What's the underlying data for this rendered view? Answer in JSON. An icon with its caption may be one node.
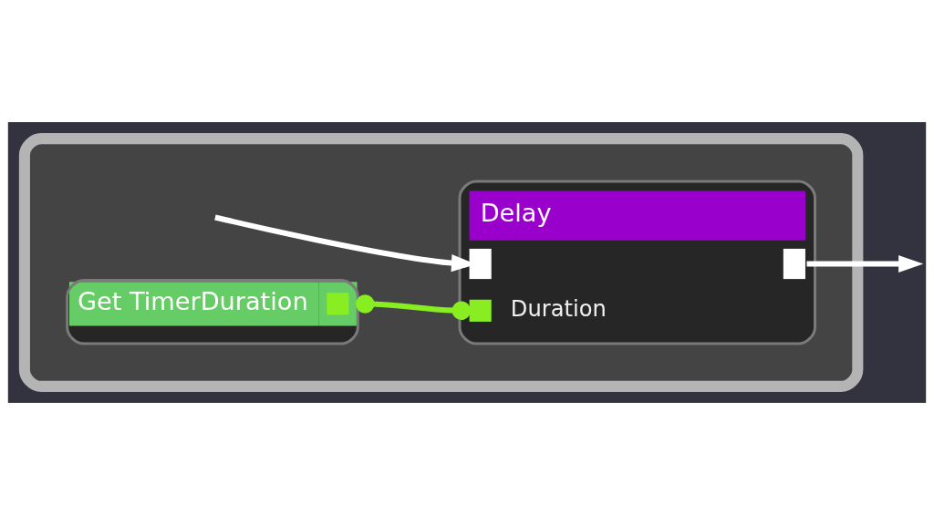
{
  "diagram": {
    "nodes": [
      {
        "text": [],
        "shape": "box"
      },
      {
        "text": [
          "Delay",
          "Duration"
        ],
        "in": 0
      },
      {
        "text": [
          "Get TimerDuration"
        ],
        "in": 0
      }
    ],
    "edges": [
      {
        "from": null,
        "to": 1,
        "arrow": "to"
      },
      {
        "from": 1,
        "to": null,
        "arrow": "to"
      },
      {
        "from": 2,
        "to": 1,
        "arrow": "other",
        "color": "#88ee22"
      }
    ]
  }
}
